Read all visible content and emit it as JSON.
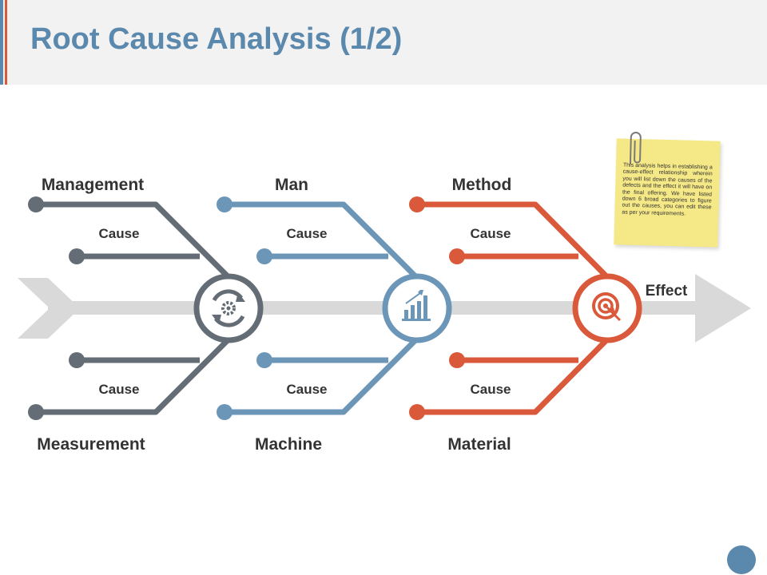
{
  "header": {
    "title": "Root Cause Analysis (1/2)"
  },
  "colors": {
    "dark": "#646d75",
    "blue": "#6b96b8",
    "orange": "#d9593a",
    "spine": "#d9d9d9",
    "note": "#f5e886"
  },
  "categories": {
    "management": "Management",
    "man": "Man",
    "method": "Method",
    "measurement": "Measurement",
    "machine": "Machine",
    "material": "Material"
  },
  "causes": {
    "management": "Cause",
    "man": "Cause",
    "method": "Cause",
    "measurement": "Cause",
    "machine": "Cause",
    "material": "Cause"
  },
  "effect": "Effect",
  "icons": [
    "refresh-gear-icon",
    "growth-chart-icon",
    "target-icon",
    "paperclip-icon"
  ],
  "note": {
    "text": "This analysis helps in establishing a cause-effect relationship wherein you will list down the causes of the defects and the effect it will have on the final offering. We have listed down 6 broad categories to figure out the causes, you can edit these as per your requirements."
  }
}
